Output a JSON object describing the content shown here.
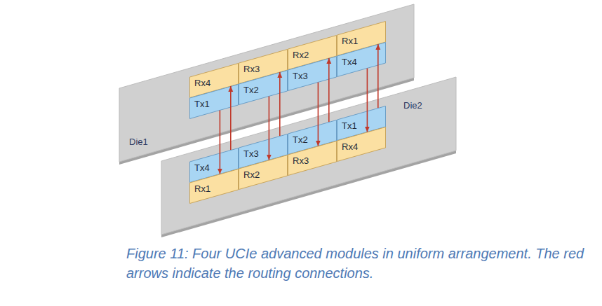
{
  "diagram": {
    "caption": "Figure 11: Four UCIe advanced modules in uniform arrangement. The red arrows indicate the routing connections.",
    "nodes": [
      {
        "text": [
          "Die1"
        ]
      },
      {
        "text": [
          "Rx4"
        ],
        "in": 0
      },
      {
        "text": [
          "Tx1"
        ],
        "in": 0
      },
      {
        "text": [
          "Rx3"
        ],
        "in": 0
      },
      {
        "text": [
          "Tx2"
        ],
        "in": 0
      },
      {
        "text": [
          "Rx2"
        ],
        "in": 0
      },
      {
        "text": [
          "Tx3"
        ],
        "in": 0
      },
      {
        "text": [
          "Rx1"
        ],
        "in": 0
      },
      {
        "text": [
          "Tx4"
        ],
        "in": 0
      },
      {
        "text": [
          "Die2"
        ]
      },
      {
        "text": [
          "Tx4"
        ],
        "in": 9
      },
      {
        "text": [
          "Rx1"
        ],
        "in": 9
      },
      {
        "text": [
          "Tx3"
        ],
        "in": 9
      },
      {
        "text": [
          "Rx2"
        ],
        "in": 9
      },
      {
        "text": [
          "Tx2"
        ],
        "in": 9
      },
      {
        "text": [
          "Rx3"
        ],
        "in": 9
      },
      {
        "text": [
          "Tx1"
        ],
        "in": 9
      },
      {
        "text": [
          "Rx4"
        ],
        "in": 9
      }
    ],
    "edges": [
      {
        "from": 2,
        "to": 11,
        "arrow": "to"
      },
      {
        "from": 10,
        "to": 1,
        "arrow": "to"
      },
      {
        "from": 4,
        "to": 13,
        "arrow": "to"
      },
      {
        "from": 12,
        "to": 3,
        "arrow": "to"
      },
      {
        "from": 6,
        "to": 15,
        "arrow": "to"
      },
      {
        "from": 14,
        "to": 5,
        "arrow": "to"
      },
      {
        "from": 8,
        "to": 17,
        "arrow": "to"
      },
      {
        "from": 16,
        "to": 7,
        "arrow": "to"
      }
    ]
  }
}
